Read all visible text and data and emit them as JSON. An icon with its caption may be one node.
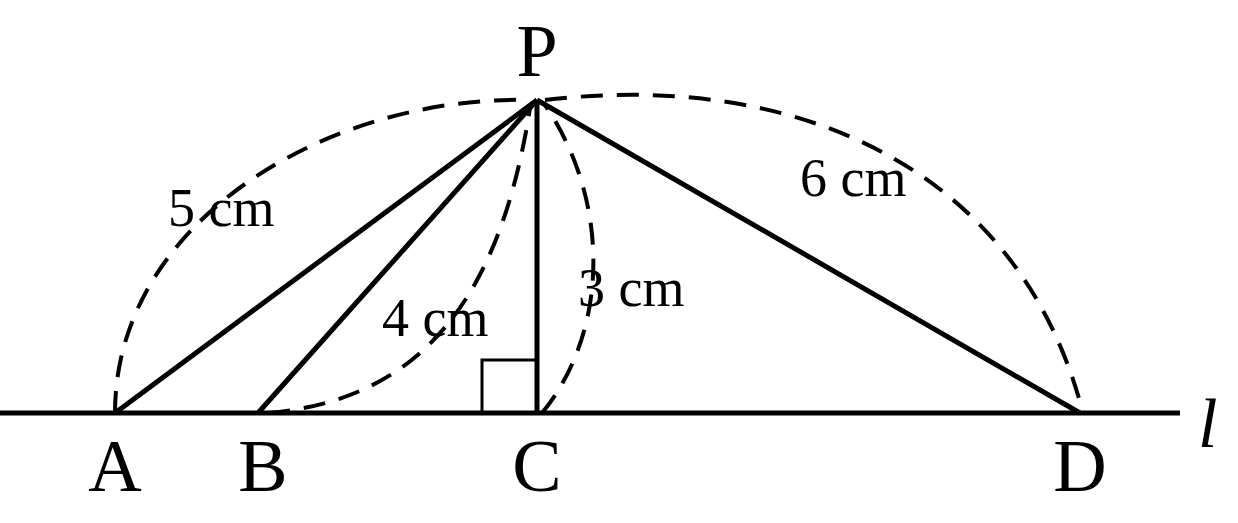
{
  "diagram": {
    "nodes": [
      {
        "text": [
          "P"
        ]
      },
      {
        "text": [
          "A"
        ]
      },
      {
        "text": [
          "B"
        ]
      },
      {
        "text": [
          "C"
        ]
      },
      {
        "text": [
          "D"
        ]
      }
    ],
    "edges": [
      {
        "from": 0,
        "to": 1,
        "arrow": "none"
      },
      {
        "from": 0,
        "to": 2,
        "arrow": "none"
      },
      {
        "from": 0,
        "to": 3,
        "arrow": "none"
      },
      {
        "from": 0,
        "to": 4,
        "arrow": "none"
      }
    ],
    "labels": [
      "5 cm",
      "6 cm",
      "4 cm",
      "3 cm",
      "l"
    ]
  }
}
